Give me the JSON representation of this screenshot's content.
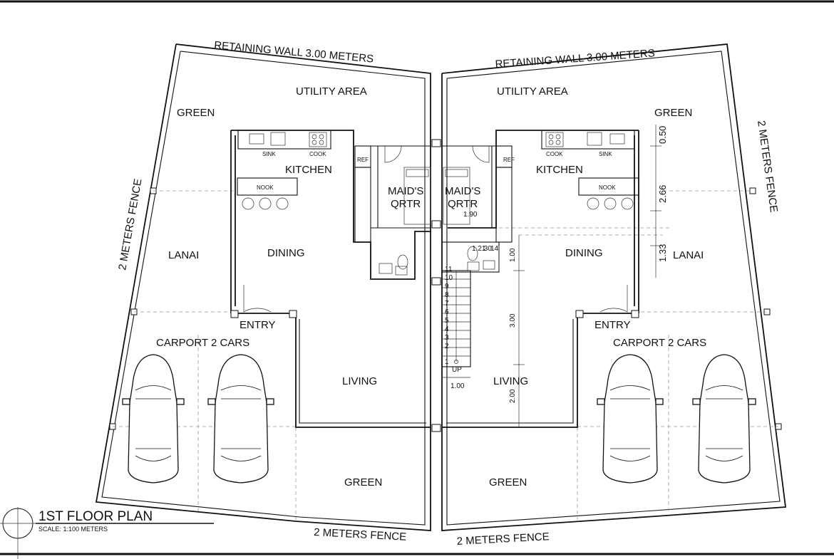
{
  "plan": {
    "title": "1ST FLOOR PLAN",
    "scale": "SCALE: 1:100 METERS"
  },
  "site": {
    "retaining_wall_left": "RETAINING WALL 3.00 METERS",
    "retaining_wall_right": "RETAINING WALL 3.00 METERS",
    "fence_left": "2 METERS FENCE",
    "fence_right": "2 METERS FENCE",
    "fence_bottom_left": "2 METERS FENCE",
    "fence_bottom_right": "2 METERS FENCE"
  },
  "left_unit": {
    "utility": "UTILITY AREA",
    "green_top": "GREEN",
    "kitchen": "KITCHEN",
    "sink": "SINK",
    "cook": "COOK",
    "ref": "REF",
    "nook": "NOOK",
    "maids_1": "MAID'S",
    "maids_2": "QRTR",
    "lanai": "LANAI",
    "dining": "DINING",
    "entry": "ENTRY",
    "carport": "CARPORT 2 CARS",
    "living": "LIVING",
    "green_bottom": "GREEN"
  },
  "right_unit": {
    "utility": "UTILITY AREA",
    "green_top": "GREEN",
    "kitchen": "KITCHEN",
    "sink": "SINK",
    "cook": "COOK",
    "ref": "REF",
    "nook": "NOOK",
    "maids_1": "MAID'S",
    "maids_2": "QRTR",
    "lanai": "LANAI",
    "dining": "DINING",
    "entry": "ENTRY",
    "carport": "CARPORT 2 CARS",
    "living": "LIVING",
    "green_bottom": "GREEN"
  },
  "stair": {
    "steps": [
      "1",
      "2",
      "3",
      "4",
      "5",
      "6",
      "7",
      "8",
      "9",
      "10",
      "11"
    ],
    "up": "UP",
    "width": "1.00"
  },
  "dimensions": {
    "d_050": "0.50",
    "d_266": "2.66",
    "d_133": "1.33",
    "d_190": "1.90",
    "d_100_v": "1.00",
    "d_121": "1.21",
    "d_30": ".30",
    "d_14": "14",
    "d_300": "3.00",
    "d_200": "2.00"
  }
}
